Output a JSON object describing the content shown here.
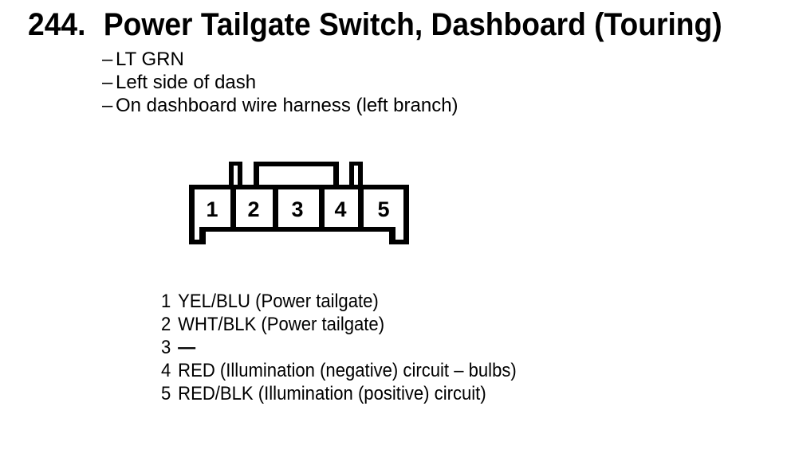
{
  "page": {
    "background": "#ffffff",
    "ink": "#000000"
  },
  "heading": {
    "number": "244.",
    "title": "Power Tailgate Switch, Dashboard (Touring)"
  },
  "bullet_char": "–",
  "details": [
    "LT GRN",
    "Left side of dash",
    "On dashboard wire harness (left branch)"
  ],
  "connector": {
    "pins": [
      "1",
      "2",
      "3",
      "4",
      "5"
    ]
  },
  "pinout": [
    {
      "pin": "1",
      "desc": "YEL/BLU (Power tailgate)"
    },
    {
      "pin": "2",
      "desc": "WHT/BLK (Power tailgate)"
    },
    {
      "pin": "3",
      "desc": "—"
    },
    {
      "pin": "4",
      "desc": "RED (Illumination (negative) circuit – bulbs)"
    },
    {
      "pin": "5",
      "desc": "RED/BLK (Illumination (positive) circuit)"
    }
  ]
}
